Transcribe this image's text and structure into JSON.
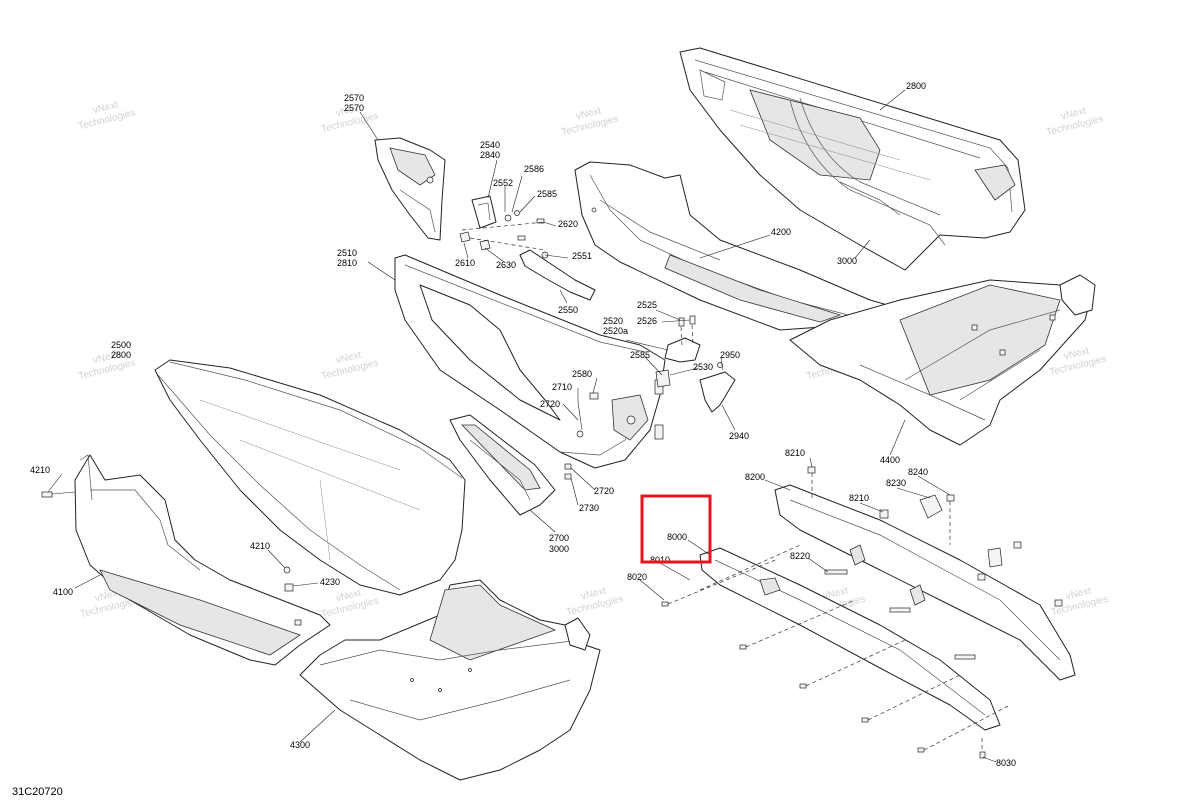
{
  "diagram": {
    "drawing_number": "31C20720",
    "watermark": {
      "line1": "vNext",
      "line2": "Technologies"
    },
    "highlight_color": "#e8141c",
    "part_labels": {
      "p2570": "2570",
      "p2575": "2570",
      "p2540": "2540",
      "p2840": "2840",
      "p2586": "2586",
      "p2552": "2552",
      "p2585a": "2585",
      "p2620": "2620",
      "p2610": "2610",
      "p2630": "2630",
      "p2551": "2551",
      "p2550": "2550",
      "p2510": "2510",
      "p2810": "2810",
      "p2525": "2525",
      "p2526": "2526",
      "p2520": "2520",
      "p2520a": "2520a",
      "p2585b": "2585",
      "p2530": "2530",
      "p2950": "2950",
      "p2580": "2580",
      "p2710": "2710",
      "p2720a": "2720",
      "p2720b": "2720",
      "p2730": "2730",
      "p2700": "2700",
      "p3000a": "3000",
      "p2940": "2940",
      "p2500": "2500",
      "p2800b": "2800",
      "p2800": "2800",
      "p4200": "4200",
      "p3000": "3000",
      "p4400": "4400",
      "p4210a": "4210",
      "p4100": "4100",
      "p4210b": "4210",
      "p4230": "4230",
      "p4300": "4300",
      "p8210a": "8210",
      "p8200": "8200",
      "p8240": "8240",
      "p8230": "8230",
      "p8210b": "8210",
      "p8000": "8000",
      "p8010": "8010",
      "p8020": "8020",
      "p8220": "8220",
      "p8030": "8030"
    }
  }
}
